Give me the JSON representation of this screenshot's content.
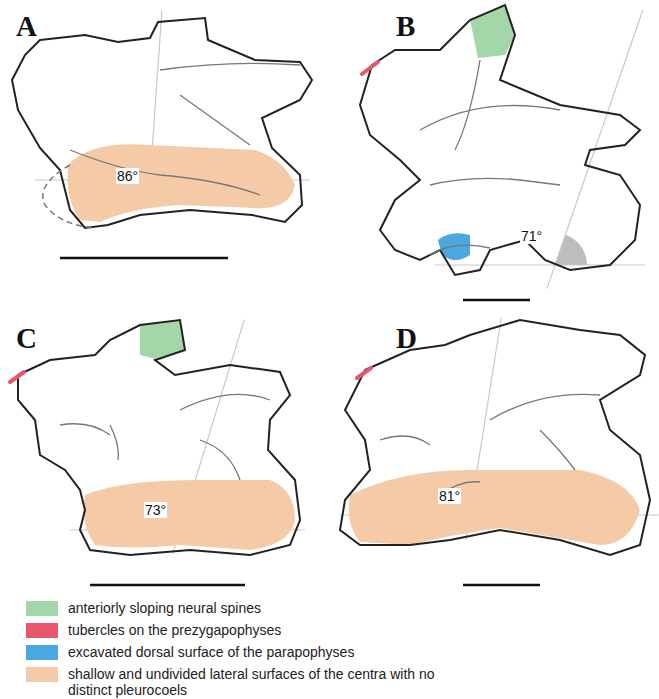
{
  "diagram": {
    "labels": [
      "A",
      "86°",
      "B",
      "71°",
      "C",
      "73°",
      "D",
      "81°"
    ],
    "legend": [
      {
        "text": "anteriorly sloping neural spines",
        "color": "#a3d6a9"
      },
      {
        "text": "tubercles on the prezygapophyses",
        "color": "#e8566e"
      },
      {
        "text": "excavated dorsal surface of the parapophyses",
        "color": "#4aa7df"
      },
      {
        "text": "shallow and undivided lateral surfaces of the centra with no distinct pleurocoels",
        "color": "#f4cba6"
      }
    ]
  }
}
